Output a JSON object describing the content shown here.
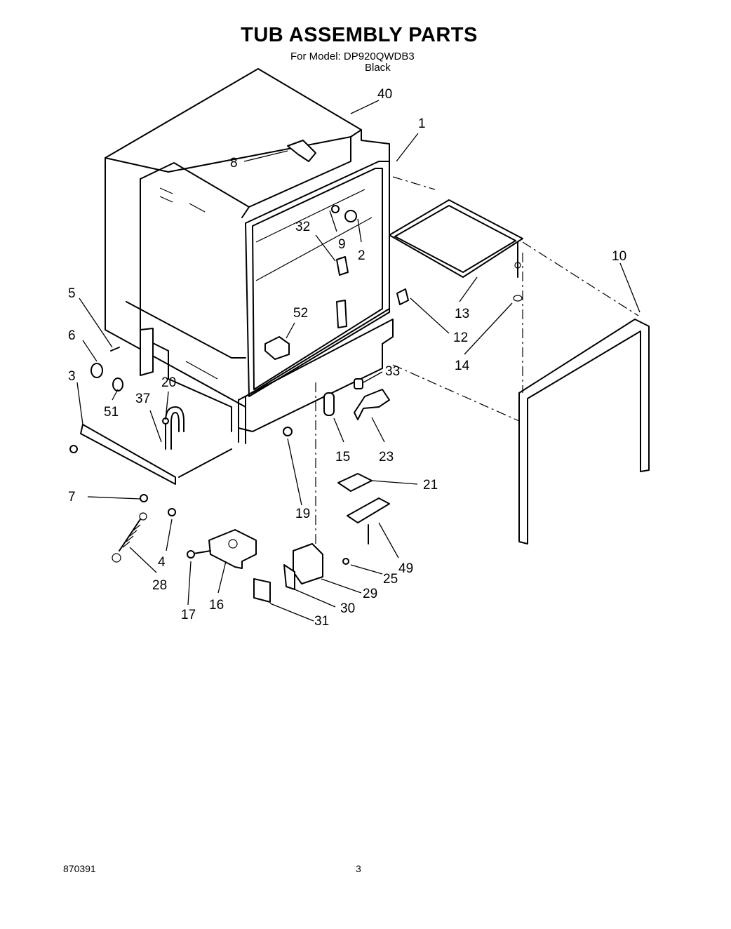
{
  "header": {
    "title": "TUB ASSEMBLY PARTS",
    "model_line": "For Model: DP920QWDB3",
    "color": "Black"
  },
  "callouts": [
    "40",
    "1",
    "8",
    "32",
    "9",
    "2",
    "10",
    "5",
    "52",
    "12",
    "13",
    "6",
    "14",
    "3",
    "33",
    "20",
    "37",
    "51",
    "15",
    "23",
    "21",
    "7",
    "19",
    "49",
    "4",
    "28",
    "17",
    "16",
    "25",
    "29",
    "30",
    "31"
  ],
  "footer": {
    "doc_number": "870391",
    "page_number": "3"
  }
}
